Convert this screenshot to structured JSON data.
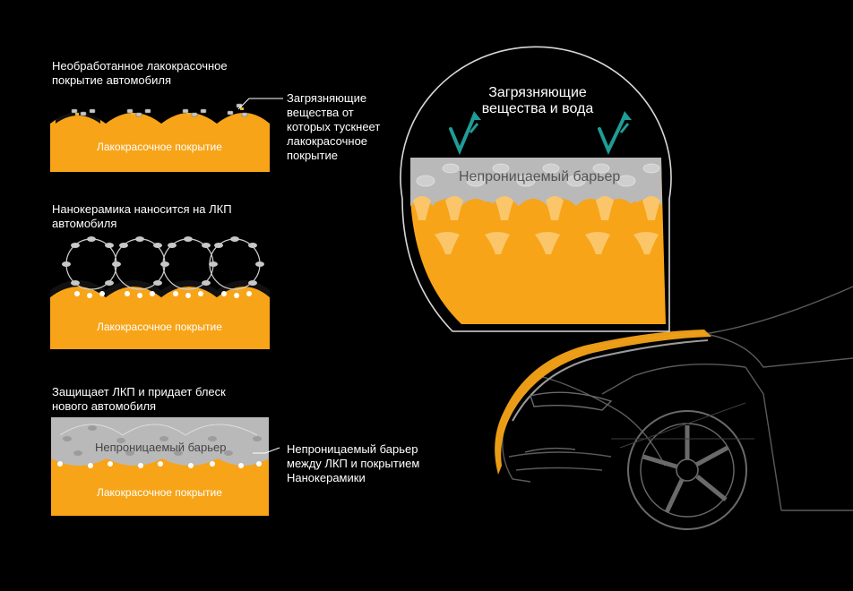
{
  "panel1": {
    "title": "Необработанное лакокрасочное\nпокрытие автомобиля",
    "paint_label": "Лакокрасочное покрытие",
    "callout": "Загрязняющие\nвещества от\nкоторых тускнеет\nлакокрасочное\nпокрытие"
  },
  "panel2": {
    "title": "Нанокерамика наносится на ЛКП\nавтомобиля",
    "paint_label": "Лакокрасочное покрытие"
  },
  "panel3": {
    "title": "Защищает ЛКП и придает блеск\nнового автомобиля",
    "barrier_label": "Непроницаемый барьер",
    "paint_label": "Лакокрасочное покрытие",
    "callout": "Непроницаемый барьер\nмежду ЛКП и покрытием\nНанокерамики"
  },
  "lens": {
    "title": "Загрязняющие\nвещества и вода",
    "barrier_label": "Непроницаемый барьер"
  },
  "colors": {
    "paint": "#f7a418",
    "barrier": "#b9b9b9",
    "arrow": "#1f9c96"
  }
}
